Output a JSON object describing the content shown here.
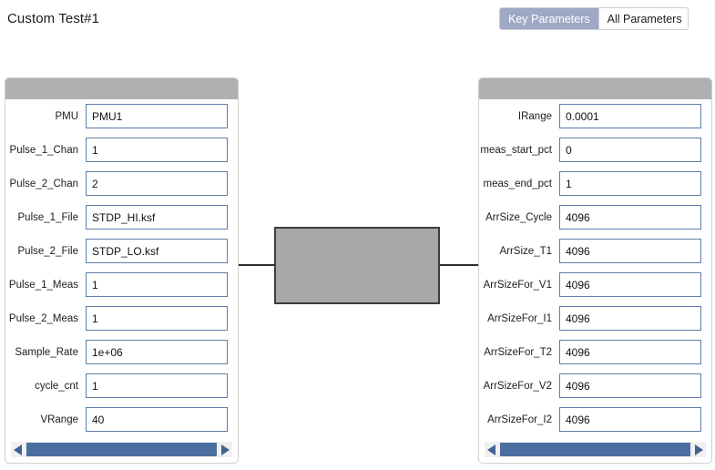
{
  "header": {
    "title": "Custom Test#1",
    "toggle": {
      "selected_label": "Key Parameters",
      "unselected_label": "All Parameters",
      "selected_bg": "#9fa9c6",
      "selected_fg": "#ffffff"
    }
  },
  "panels": {
    "left": {
      "header_color": "#b0b0b0",
      "fields": [
        {
          "label": "PMU",
          "value": "PMU1"
        },
        {
          "label": "Pulse_1_Chan",
          "value": "1"
        },
        {
          "label": "Pulse_2_Chan",
          "value": "2"
        },
        {
          "label": "Pulse_1_File",
          "value": "STDP_HI.ksf"
        },
        {
          "label": "Pulse_2_File",
          "value": "STDP_LO.ksf"
        },
        {
          "label": "Pulse_1_Meas",
          "value": "1"
        },
        {
          "label": "Pulse_2_Meas",
          "value": "1"
        },
        {
          "label": "Sample_Rate",
          "value": "1e+06"
        },
        {
          "label": "cycle_cnt",
          "value": "1"
        },
        {
          "label": "VRange",
          "value": "40"
        }
      ],
      "scrollbar": {
        "left_arrow": "triangle-left",
        "right_arrow": "triangle-right",
        "thumb_color": "#4a6ea0"
      }
    },
    "right": {
      "header_color": "#b0b0b0",
      "fields": [
        {
          "label": "IRange",
          "value": "0.0001"
        },
        {
          "label": "meas_start_pct",
          "value": "0"
        },
        {
          "label": "meas_end_pct",
          "value": "1"
        },
        {
          "label": "ArrSize_Cycle",
          "value": "4096"
        },
        {
          "label": "ArrSize_T1",
          "value": "4096"
        },
        {
          "label": "ArrSizeFor_V1",
          "value": "4096"
        },
        {
          "label": "ArrSizeFor_I1",
          "value": "4096"
        },
        {
          "label": "ArrSizeFor_T2",
          "value": "4096"
        },
        {
          "label": "ArrSizeFor_V2",
          "value": "4096"
        },
        {
          "label": "ArrSizeFor_I2",
          "value": "4096"
        }
      ],
      "scrollbar": {
        "left_arrow": "triangle-left",
        "right_arrow": "triangle-right",
        "thumb_color": "#4a6ea0"
      }
    }
  },
  "schematic": {
    "block_fill": "#a8a8a8",
    "block_border": "#3d3d3d",
    "lead_color": "#2e2e2e"
  }
}
